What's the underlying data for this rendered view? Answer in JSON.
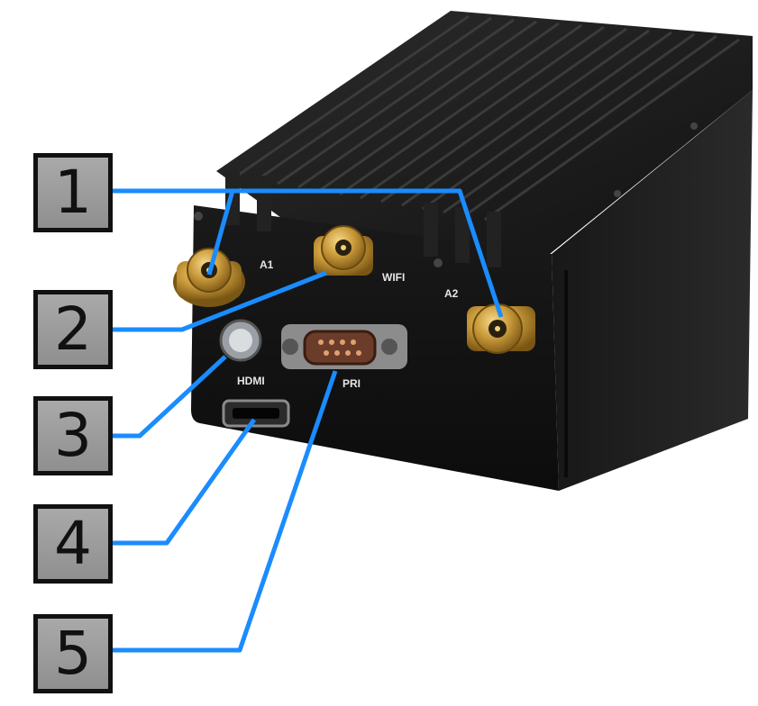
{
  "callouts": [
    {
      "number": "1"
    },
    {
      "number": "2"
    },
    {
      "number": "3"
    },
    {
      "number": "4"
    },
    {
      "number": "5"
    }
  ],
  "device_labels": {
    "a1": "A1",
    "wifi": "WIFI",
    "a2": "A2",
    "hdmi": "HDMI",
    "pri": "PRI"
  },
  "colors": {
    "leader_line": "#1a8cff",
    "box_fill": "#9c9c9c",
    "box_border": "#111111",
    "device_body": "#1c1c1c",
    "connector_gold": "#c99a3a"
  }
}
